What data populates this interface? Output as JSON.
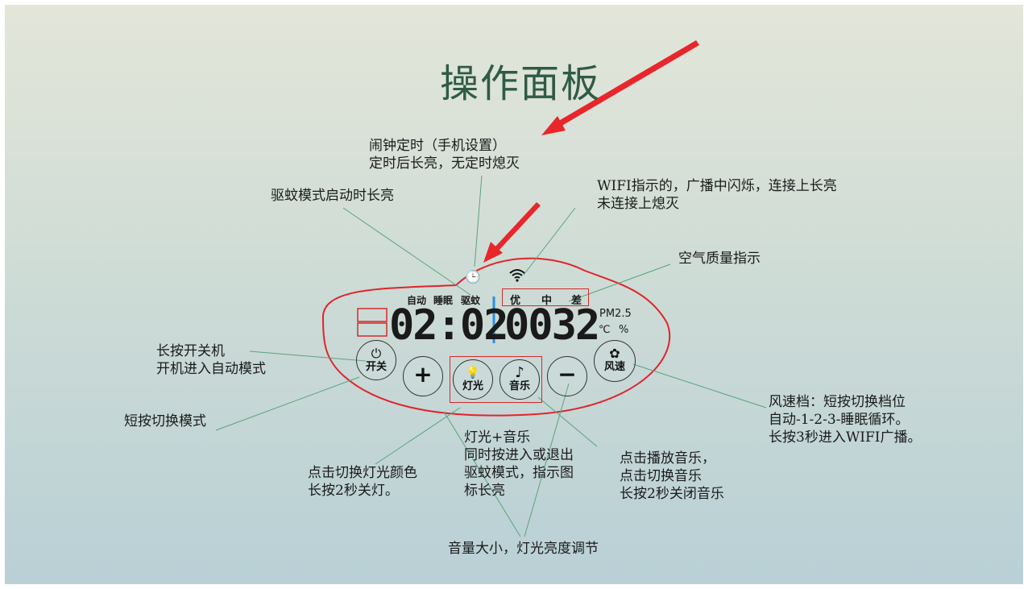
{
  "title": "操作面板",
  "annotations": {
    "alarm": [
      "闹钟定时（手机设置）",
      "定时后长亮，无定时熄灭"
    ],
    "mosquito": [
      "驱蚊模式启动时长亮"
    ],
    "wifi": [
      "WIFI指示的，广播中闪烁，连接上长亮",
      "未连接上熄灭"
    ],
    "air": [
      "空气质量指示"
    ],
    "power": [
      "长按开关机",
      "开机进入自动模式"
    ],
    "mode": [
      "短按切换模式"
    ],
    "fan": [
      "风速档：短按切换档位",
      "自动-1-2-3-睡眠循环。",
      "长按3秒进入WIFI广播。"
    ],
    "light_music": [
      "灯光+音乐",
      "同时按进入或退出",
      "驱蚊模式，指示图",
      "标长亮"
    ],
    "light": [
      "点击切换灯光颜色",
      "长按2秒关灯。"
    ],
    "music": [
      "点击播放音乐，",
      "点击切换音乐",
      "长按2秒关闭音乐"
    ],
    "volume": [
      "音量大小，灯光亮度调节"
    ]
  },
  "panel": {
    "mode_labels": [
      "自动",
      "睡眠",
      "驱蚊"
    ],
    "air_levels": [
      "优",
      "中",
      "差"
    ],
    "time": "02:02",
    "reading": "0032",
    "pm_label": "PM2.5",
    "unit_c": "℃",
    "unit_pct": "%",
    "buttons": {
      "power": "开关",
      "plus": "+",
      "light": "灯光",
      "music": "音乐",
      "minus": "−",
      "fan": "风速"
    },
    "icons": {
      "clock": "🕒",
      "power": "⏻",
      "bulb": "💡",
      "note": "♪",
      "fan": "✿"
    }
  },
  "colors": {
    "panel_outline": "#e0242b",
    "arrow": "#e8262b",
    "leader_line": "#5aa37a",
    "divider": "#2b8fd6",
    "title": "#2f5a46"
  }
}
